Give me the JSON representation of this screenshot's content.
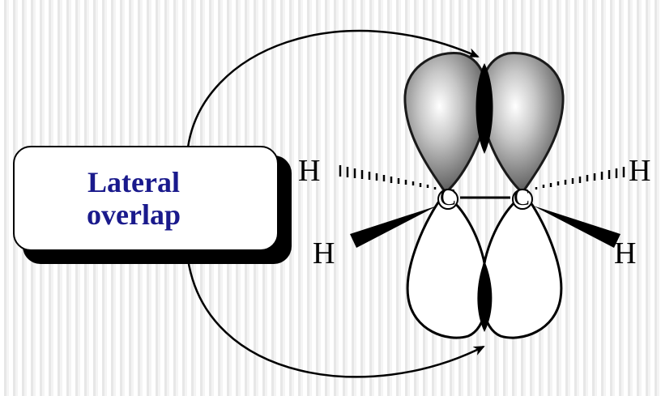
{
  "label": {
    "line1": "Lateral",
    "line2": "overlap"
  },
  "atoms": {
    "h_top_left": "H",
    "h_top_right": "H",
    "h_bottom_left": "H",
    "h_bottom_right": "H",
    "c_left": "C",
    "c_right": "C"
  },
  "colors": {
    "label_text": "#1a1a8c",
    "lobe_shaded": "#8a8a8a",
    "lobe_unshaded": "#ffffff",
    "overlap_region": "#000000"
  }
}
